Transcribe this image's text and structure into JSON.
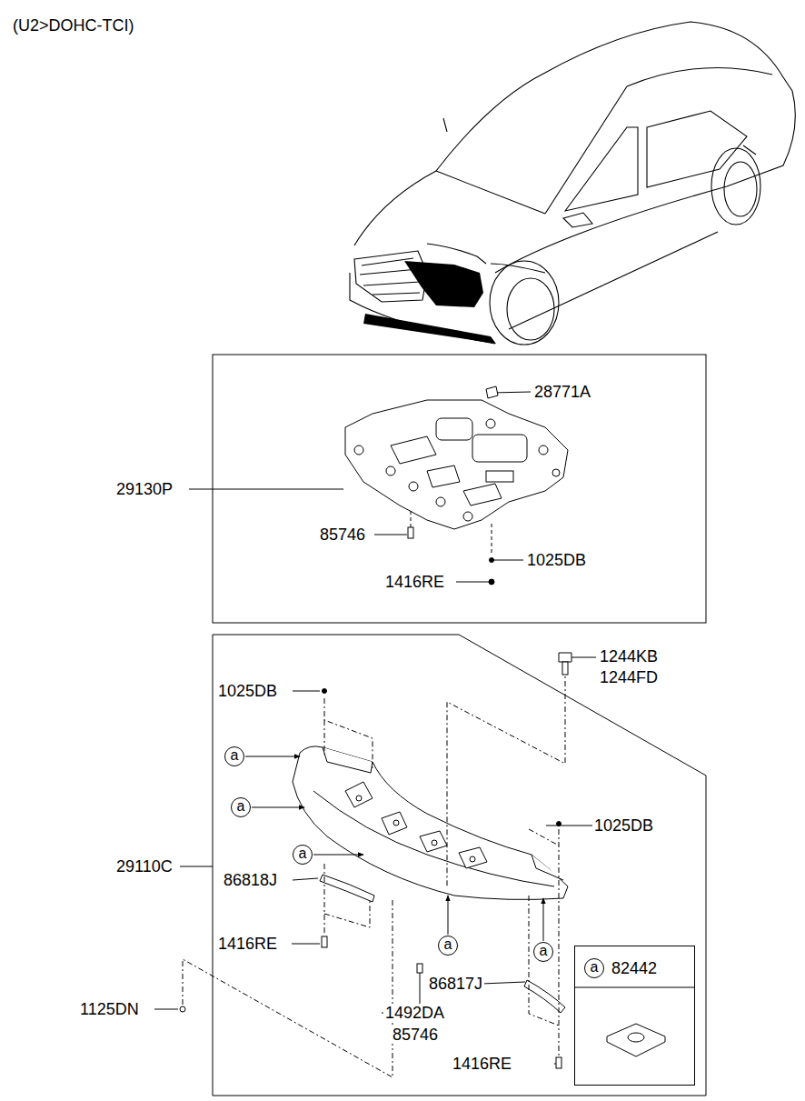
{
  "diagram": {
    "nodes": [
      {
        "text": [
          "a"
        ]
      },
      {
        "text": [
          "a"
        ]
      },
      {
        "text": [
          "a"
        ]
      },
      {
        "text": [
          "a"
        ]
      },
      {
        "text": [
          "a"
        ]
      },
      {
        "text": [
          "82442"
        ]
      },
      {
        "text": [
          "a"
        ],
        "in": 5
      }
    ],
    "labels": [
      "(U2>DOHC-TCI)",
      "28771A",
      "29130P",
      "85746",
      "1025DB",
      "1416RE",
      "1244KB",
      "1244FD",
      "1025DB",
      "1025DB",
      "29110C",
      "86818J",
      "1416RE",
      "86817J",
      "1125DN",
      "1492DA",
      "85746",
      "1416RE"
    ]
  }
}
